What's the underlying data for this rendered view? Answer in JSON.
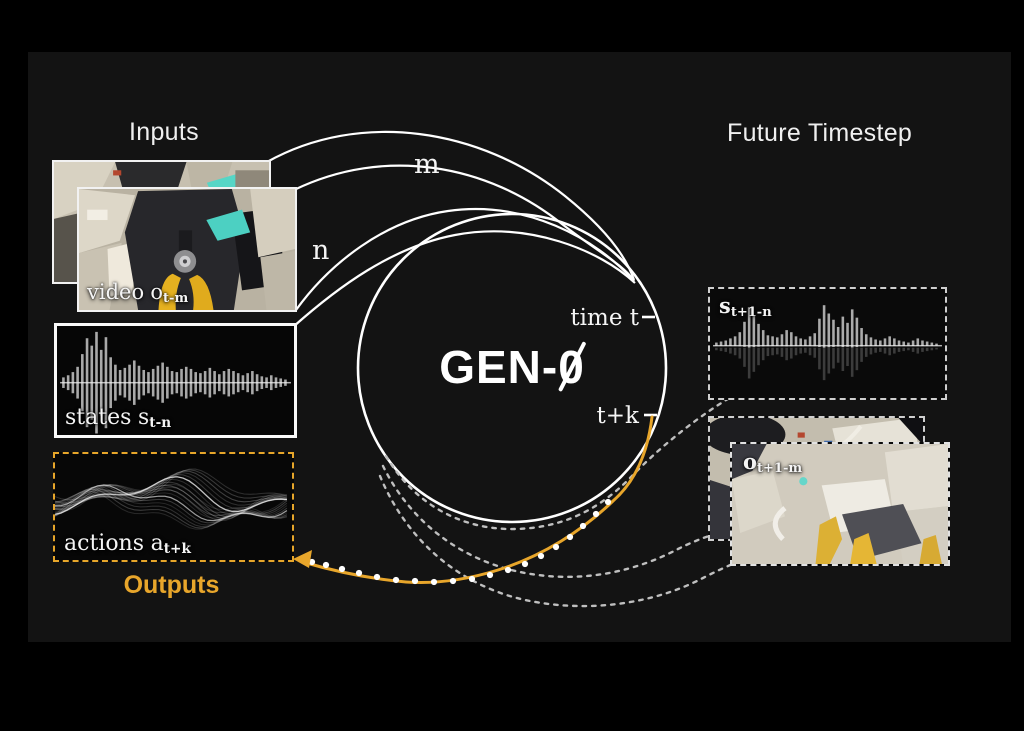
{
  "headings": {
    "inputs": "Inputs",
    "future_timestep": "Future Timestep",
    "outputs": "Outputs"
  },
  "model_circle": {
    "label_prefix": "GEN-",
    "label_zero": "0",
    "time_t_label": "time t",
    "t_plus_k_label": "t+k"
  },
  "history_arcs": {
    "m_label": "m",
    "n_label": "n"
  },
  "input_boxes": {
    "video": {
      "word": "video",
      "var": "o",
      "sub": "t-m"
    },
    "states": {
      "word": "states",
      "var": "s",
      "sub": "t-n"
    },
    "actions": {
      "word": "actions",
      "var": "a",
      "sub": "t+k"
    }
  },
  "future_boxes": {
    "states": {
      "var": "s",
      "sub": "t+1-n"
    },
    "video": {
      "var": "o",
      "sub": "t+1-m"
    }
  },
  "colors": {
    "accent_orange": "#E8A62B",
    "panel_bg": "#131313",
    "page_bg": "#000000",
    "dashed_gray": "#BFBFBF",
    "line_white": "#FFFFFF"
  }
}
